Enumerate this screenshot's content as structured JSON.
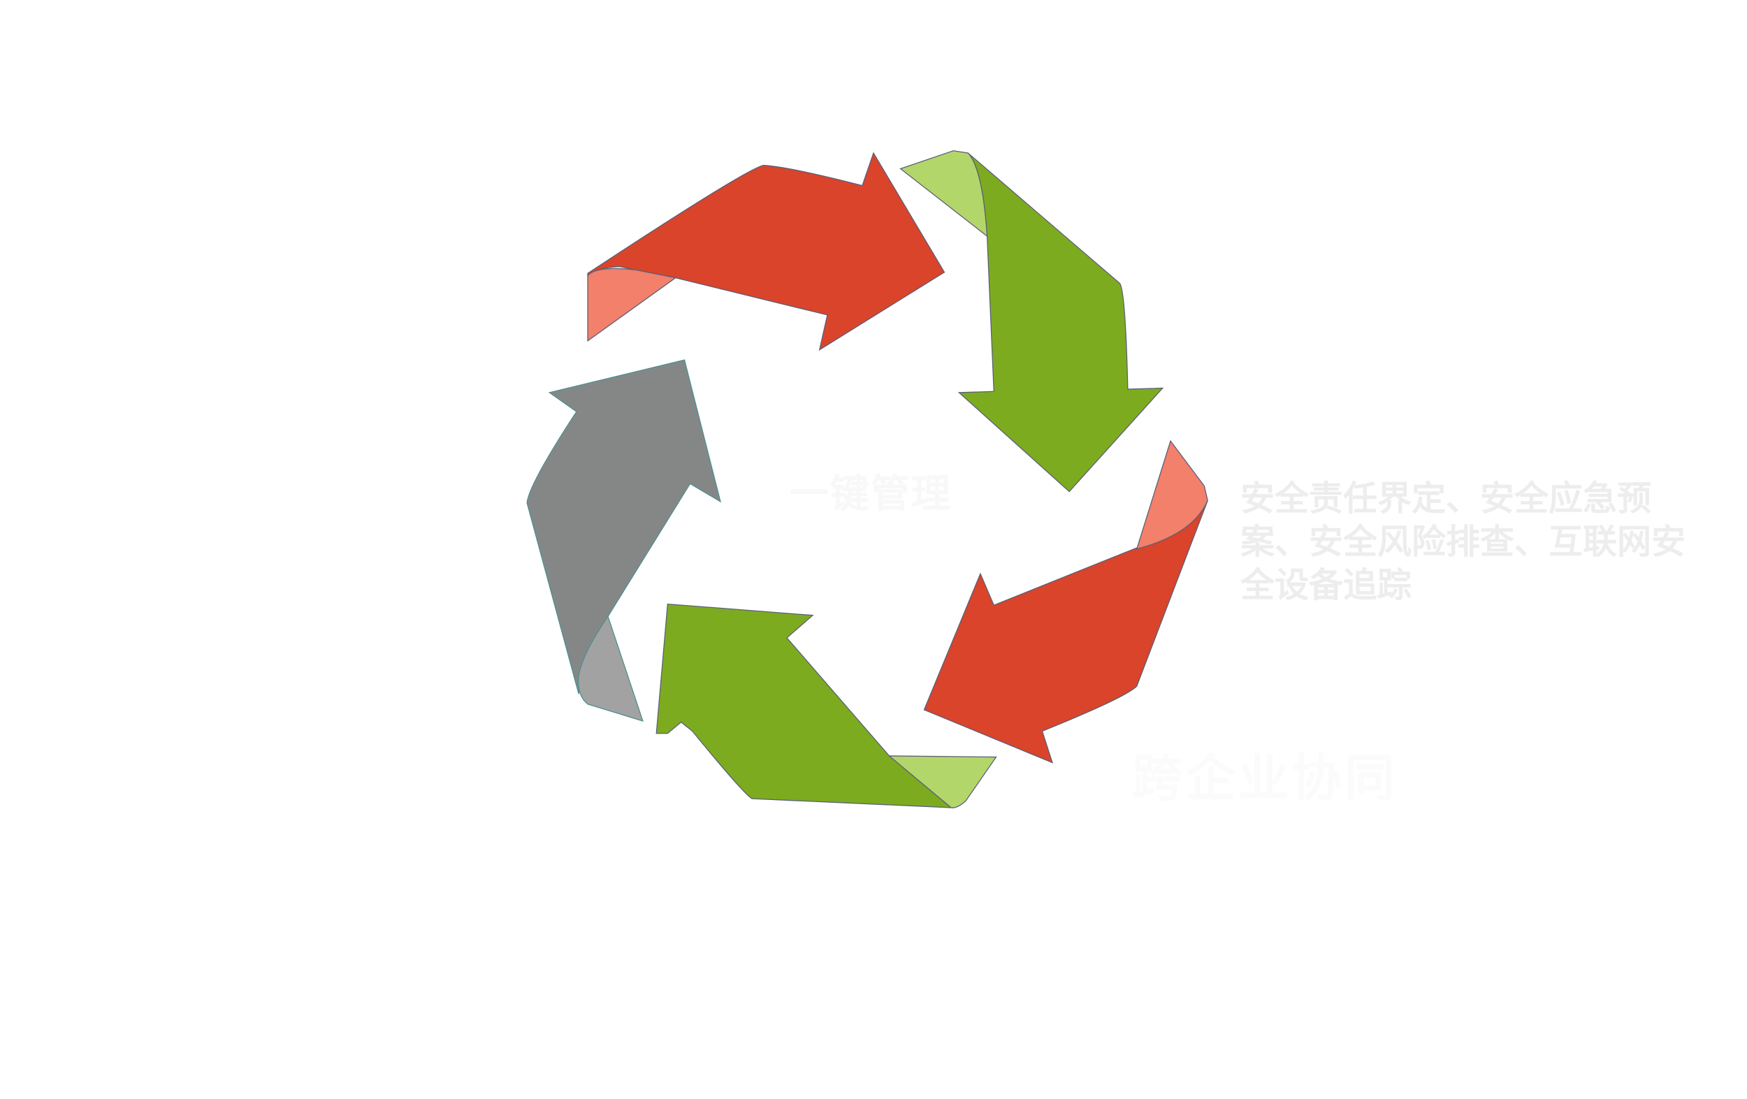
{
  "logo": {
    "colors": {
      "red": "#d9442b",
      "red_light": "#f2806b",
      "green": "#7dab1f",
      "green_light": "#b3d66a",
      "gray": "#858787",
      "gray_light": "#a2a2a2"
    }
  },
  "labels": {
    "center": "一键管理",
    "description": "安全责任界定、安全应急预案、安全风险排查、互联网安全设备追踪",
    "collaboration": "跨企业协同"
  }
}
